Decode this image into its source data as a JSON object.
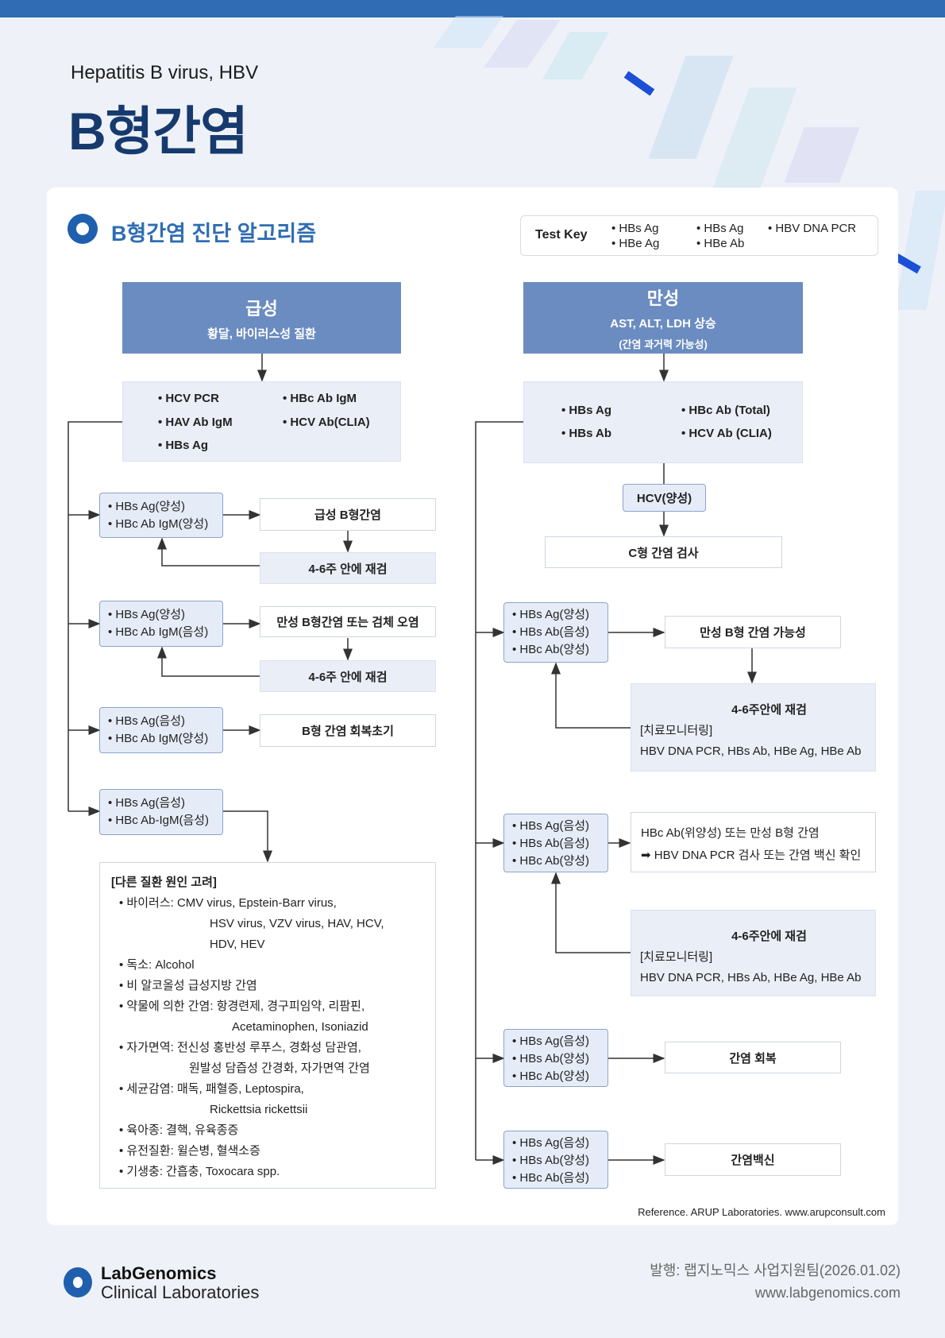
{
  "header": {
    "subtitle": "Hepatitis B virus, HBV",
    "title": "B형간염"
  },
  "section_title": "B형간염 진단 알고리즘",
  "test_key": {
    "label": "Test Key",
    "col1": [
      "• HBs Ag",
      "• HBe Ag"
    ],
    "col2": [
      "• HBs Ag",
      "• HBe Ab"
    ],
    "col3": [
      "• HBV DNA PCR"
    ]
  },
  "acute": {
    "title": "급성",
    "subtitle": "황달, 바이러스성 질환",
    "tests": [
      "• HCV PCR",
      "• HBc Ab IgM",
      "• HAV Ab IgM",
      "• HCV Ab(CLIA)",
      "• HBs Ag"
    ],
    "results": [
      {
        "lines": [
          "• HBs Ag(양성)",
          "• HBc Ab IgM(양성)"
        ],
        "outcome": "급성 B형간염",
        "retest": "4-6주 안에 재검"
      },
      {
        "lines": [
          "• HBs Ag(양성)",
          "• HBc Ab IgM(음성)"
        ],
        "outcome": "만성 B형간염 또는 검체 오염",
        "retest": "4-6주 안에 재검"
      },
      {
        "lines": [
          "• HBs Ag(음성)",
          "• HBc Ab IgM(양성)"
        ],
        "outcome": "B형 간염 회복초기"
      },
      {
        "lines": [
          "• HBs Ag(음성)",
          "• HBc Ab-IgM(음성)"
        ]
      }
    ],
    "other_causes": {
      "heading": "[다른 질환 원인 고려]",
      "lines": [
        "• 바이러스: CMV virus, Epstein-Barr virus,",
        "HSV virus, VZV virus, HAV, HCV,",
        "HDV, HEV",
        "• 독소: Alcohol",
        "• 비 알코올성 급성지방 간염",
        "• 약물에 의한 간염: 항경련제, 경구피임약, 리팜핀,",
        "Acetaminophen, Isoniazid",
        "• 자가면역: 전신성 홍반성 루푸스, 경화성 담관염,",
        "원발성 담즙성 간경화, 자가면역 간염",
        "• 세균감염: 매독, 패혈증, Leptospira,",
        "Rickettsia rickettsii",
        "• 육아종: 결핵, 유육종증",
        "• 유전질환: 윌슨병, 혈색소증",
        "• 기생충: 간흡충, Toxocara spp."
      ]
    }
  },
  "chronic": {
    "title": "만성",
    "subtitle": "AST, ALT, LDH 상승",
    "note": "(간염 과거력 가능성)",
    "tests": [
      "• HBs Ag",
      "• HBc Ab (Total)",
      "• HBs Ab",
      "• HCV Ab (CLIA)"
    ],
    "hcv": "HCV(양성)",
    "hcv_outcome": "C형 간염 검사",
    "results": [
      {
        "lines": [
          "• HBs Ag(양성)",
          "• HBs Ab(음성)",
          "• HBc Ab(양성)"
        ],
        "outcome": "만성 B형 간염 가능성"
      },
      {
        "lines": [
          "• HBs Ag(음성)",
          "• HBs Ab(음성)",
          "• HBc Ab(양성)"
        ],
        "outcome": "HBc Ab(위양성) 또는 만성 B형 간염",
        "outcome2": "➡ HBV DNA PCR 검사 또는 간염 백신 확인"
      },
      {
        "lines": [
          "• HBs Ag(음성)",
          "• HBs Ab(양성)",
          "• HBc Ab(양성)"
        ],
        "outcome": "간염 회복"
      },
      {
        "lines": [
          "• HBs Ag(음성)",
          "• HBs Ab(양성)",
          "• HBc Ab(음성)"
        ],
        "outcome": "간염백신"
      }
    ],
    "monitor": {
      "title": "4-6주안에 재검",
      "sub": "[치료모니터링]",
      "tests": "HBV DNA PCR, HBs Ab, HBe Ag, HBe Ab"
    }
  },
  "reference": "Reference. ARUP Laboratories. www.arupconsult.com",
  "footer": {
    "logo_line1": "LabGenomics",
    "logo_line2": "Clinical Laboratories",
    "publisher": "발행: 랩지노믹스 사업지원팀(2026.01.02)",
    "website": "www.labgenomics.com"
  }
}
